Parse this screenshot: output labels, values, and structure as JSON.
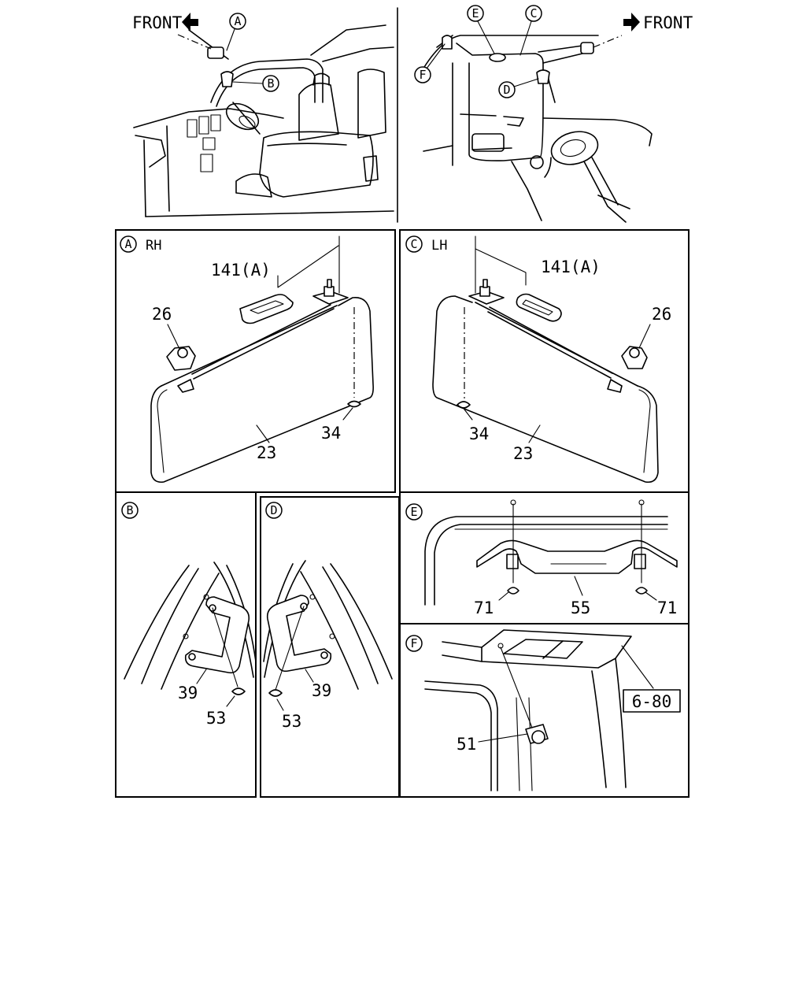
{
  "overview": {
    "front_left": "FRONT",
    "front_right": "FRONT",
    "callouts": [
      "A",
      "B",
      "C",
      "D",
      "E",
      "F"
    ]
  },
  "panel_a": {
    "id": "A",
    "side": "RH",
    "labels": {
      "pad": "141(A)",
      "clip": "26",
      "visor": "23",
      "screw": "34"
    }
  },
  "panel_c": {
    "id": "C",
    "side": "LH",
    "labels": {
      "pad": "141(A)",
      "clip": "26",
      "visor": "23",
      "screw": "34"
    }
  },
  "panel_b": {
    "id": "B",
    "labels": {
      "grip": "39",
      "screw": "53"
    }
  },
  "panel_d": {
    "id": "D",
    "labels": {
      "grip": "39",
      "screw": "53"
    }
  },
  "panel_e": {
    "id": "E",
    "labels": {
      "screw_left": "71",
      "handle": "55",
      "screw_right": "71"
    }
  },
  "panel_f": {
    "id": "F",
    "labels": {
      "clip": "51",
      "ref": "6-80"
    }
  }
}
